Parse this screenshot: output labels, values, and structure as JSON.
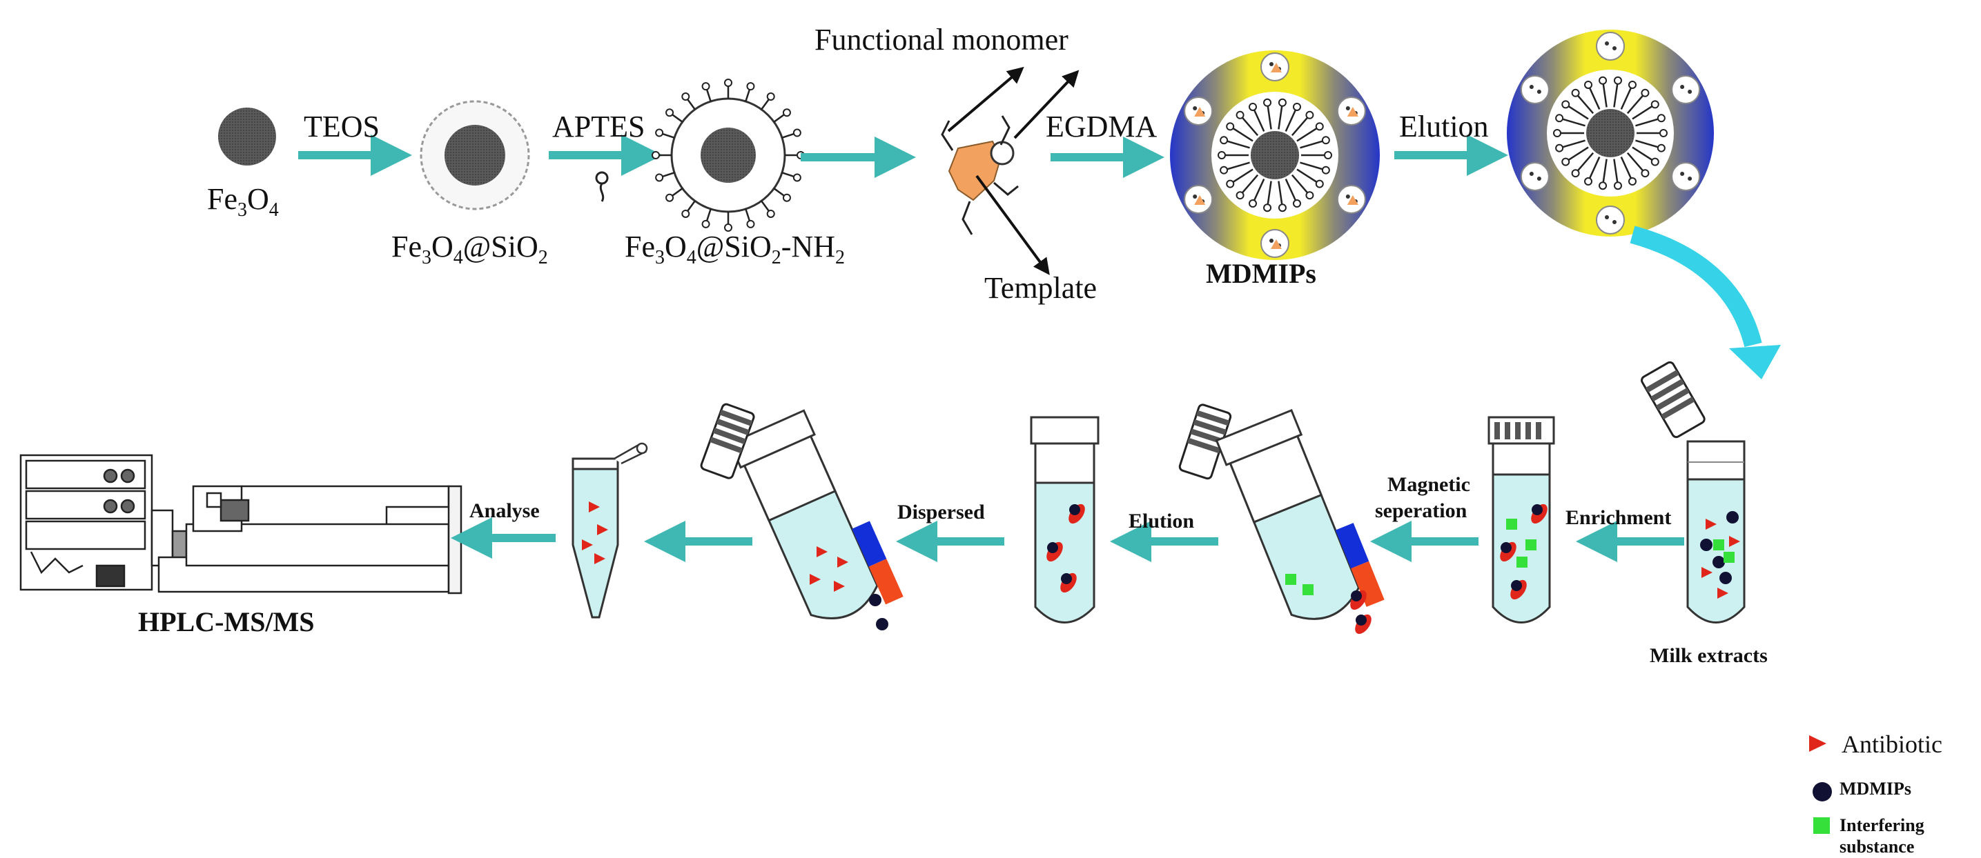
{
  "diagram": {
    "top_row": {
      "fe3o4": {
        "base": "Fe",
        "sub1": "3",
        "mid": "O",
        "sub2": "4"
      },
      "teos": "TEOS",
      "fe3o4_sio2": {
        "base": "Fe",
        "sub1": "3",
        "mid": "O",
        "sub2": "4",
        "tail": "@SiO",
        "sub3": "2"
      },
      "aptes": "APTES",
      "fe3o4_sio2_nh2": {
        "base": "Fe",
        "sub1": "3",
        "mid": "O",
        "sub2": "4",
        "tail": "@SiO",
        "sub3": "2",
        "tail2": "-NH",
        "sub4": "2"
      },
      "functional_monomer": "Functional monomer",
      "template": "Template",
      "egdma": "EGDMA",
      "mdmips": "MDMIPs",
      "elution": "Elution"
    },
    "bottom_row": {
      "hplc": "HPLC-MS/MS",
      "analyse": "Analyse",
      "dispersed": "Dispersed",
      "elution": "Elution",
      "magnetic_1": "Magnetic",
      "magnetic_2": "seperation",
      "enrichment": "Enrichment",
      "milk_extracts": "Milk extracts"
    },
    "legend": {
      "antibiotic": "Antibiotic",
      "mdmips": "MDMIPs",
      "interfering_1": "Interfering",
      "interfering_2": "substance"
    },
    "colors": {
      "arrow": "#3fb8b3",
      "core": "#555555",
      "shell_yellow": "#f3ea2a",
      "shell_blue": "#2f3fc4",
      "liquid": "#cdf0f0",
      "antibiotic": "#e0251b",
      "mdmip_dot": "#111133",
      "interfering": "#35e03a",
      "template_orange": "#f2a15f",
      "magnet_red": "#f04a1d",
      "magnet_blue": "#1330d8"
    }
  }
}
